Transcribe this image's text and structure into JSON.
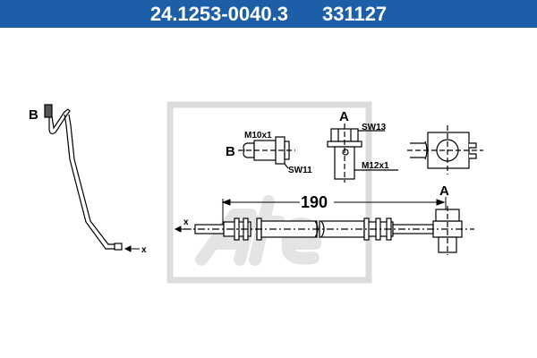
{
  "header": {
    "part_number": "24.1253-0040.3",
    "ref_number": "331127",
    "background": "#1c5ea8"
  },
  "drawing": {
    "label_b_left": "B",
    "label_x_left": "x",
    "label_b_detail": "B",
    "thread_b": "M10x1",
    "wrench_b": "SW11",
    "label_a_detail": "A",
    "wrench_a": "SW13",
    "thread_a": "M12x1",
    "dimension": "190",
    "label_a_hose": "A",
    "label_x_hose": "x",
    "watermark_color": "#d9d9d9"
  }
}
